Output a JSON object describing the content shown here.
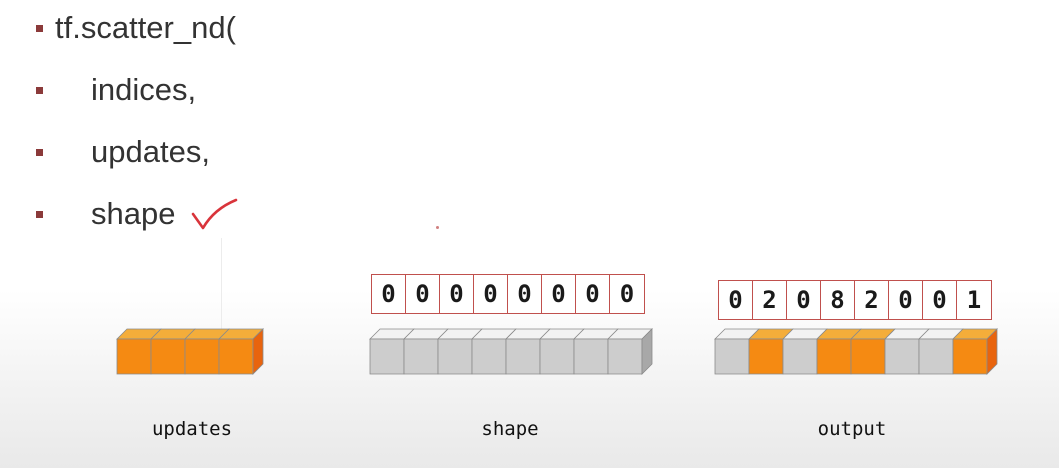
{
  "bullets": [
    {
      "text": "tf.scatter_nd("
    },
    {
      "text": "indices,"
    },
    {
      "text": "updates,"
    },
    {
      "text": "shape"
    }
  ],
  "shape_values": [
    "0",
    "0",
    "0",
    "0",
    "0",
    "0",
    "0",
    "0"
  ],
  "output_values": [
    "0",
    "2",
    "0",
    "8",
    "2",
    "0",
    "0",
    "1"
  ],
  "blocks": {
    "updates": [
      "orange",
      "orange",
      "orange",
      "orange"
    ],
    "shape": [
      "gray",
      "gray",
      "gray",
      "gray",
      "gray",
      "gray",
      "gray",
      "gray"
    ],
    "output": [
      "gray",
      "orange",
      "gray",
      "orange",
      "orange",
      "gray",
      "gray",
      "orange"
    ]
  },
  "captions": {
    "updates": "updates",
    "shape": "shape",
    "output": "output"
  },
  "colors": {
    "bullet": "#8b3a3a",
    "checkmark": "#d9343b",
    "box_border": "#c0504d",
    "orange_front": "#f58a12",
    "orange_top": "#f4ad3a",
    "orange_side": "#e8640e",
    "gray_front": "#cdcdcd",
    "gray_top": "#f2f2f2",
    "gray_side": "#a8a8a8"
  }
}
